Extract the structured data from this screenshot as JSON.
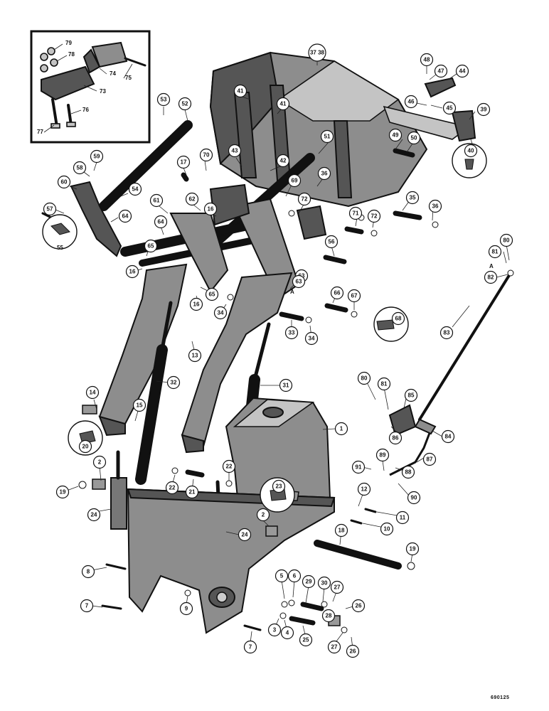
{
  "drawing_code": "690125",
  "callouts": [
    {
      "id": "c-3738",
      "label": "37 38"
    },
    {
      "id": "c-48",
      "label": "48"
    },
    {
      "id": "c-47",
      "label": "47"
    },
    {
      "id": "c-44",
      "label": "44"
    },
    {
      "id": "c-46",
      "label": "46"
    },
    {
      "id": "c-45",
      "label": "45"
    },
    {
      "id": "c-39",
      "label": "39"
    },
    {
      "id": "c-40",
      "label": "40"
    },
    {
      "id": "c-41a",
      "label": "41"
    },
    {
      "id": "c-41b",
      "label": "41"
    },
    {
      "id": "c-43",
      "label": "43"
    },
    {
      "id": "c-42",
      "label": "42"
    },
    {
      "id": "c-51",
      "label": "51"
    },
    {
      "id": "c-49",
      "label": "49"
    },
    {
      "id": "c-50",
      "label": "50"
    },
    {
      "id": "c-53",
      "label": "53"
    },
    {
      "id": "c-52",
      "label": "52"
    },
    {
      "id": "c-17",
      "label": "17"
    },
    {
      "id": "c-70",
      "label": "70"
    },
    {
      "id": "c-59",
      "label": "59"
    },
    {
      "id": "c-58",
      "label": "58"
    },
    {
      "id": "c-60",
      "label": "60"
    },
    {
      "id": "c-54",
      "label": "54"
    },
    {
      "id": "c-57",
      "label": "57"
    },
    {
      "id": "c-64a",
      "label": "64"
    },
    {
      "id": "c-61",
      "label": "61"
    },
    {
      "id": "c-62",
      "label": "62"
    },
    {
      "id": "c-16a",
      "label": "16"
    },
    {
      "id": "c-69",
      "label": "69"
    },
    {
      "id": "c-36a",
      "label": "36"
    },
    {
      "id": "c-35",
      "label": "35"
    },
    {
      "id": "c-36b",
      "label": "36"
    },
    {
      "id": "c-72a",
      "label": "72"
    },
    {
      "id": "c-71",
      "label": "71"
    },
    {
      "id": "c-72b",
      "label": "72"
    },
    {
      "id": "c-64b",
      "label": "64"
    },
    {
      "id": "c-63a",
      "label": "63"
    },
    {
      "id": "c-65a",
      "label": "65"
    },
    {
      "id": "c-56",
      "label": "56"
    },
    {
      "id": "c-16b",
      "label": "16"
    },
    {
      "id": "c-65b",
      "label": "65"
    },
    {
      "id": "c-63b",
      "label": "63"
    },
    {
      "id": "c-16c",
      "label": "16"
    },
    {
      "id": "c-66",
      "label": "66"
    },
    {
      "id": "c-67",
      "label": "67"
    },
    {
      "id": "c-34a",
      "label": "34"
    },
    {
      "id": "c-33",
      "label": "33"
    },
    {
      "id": "c-34b",
      "label": "34"
    },
    {
      "id": "c-68",
      "label": "68"
    },
    {
      "id": "c-80a",
      "label": "80"
    },
    {
      "id": "c-81a",
      "label": "81"
    },
    {
      "id": "c-82",
      "label": "82"
    },
    {
      "id": "c-83",
      "label": "83"
    },
    {
      "id": "c-13",
      "label": "13"
    },
    {
      "id": "c-32",
      "label": "32"
    },
    {
      "id": "c-31",
      "label": "31"
    },
    {
      "id": "c-14",
      "label": "14"
    },
    {
      "id": "c-15",
      "label": "15"
    },
    {
      "id": "c-20",
      "label": "20"
    },
    {
      "id": "c-1",
      "label": "1"
    },
    {
      "id": "c-80b",
      "label": "80"
    },
    {
      "id": "c-81b",
      "label": "81"
    },
    {
      "id": "c-85",
      "label": "85"
    },
    {
      "id": "c-86",
      "label": "86"
    },
    {
      "id": "c-84",
      "label": "84"
    },
    {
      "id": "c-89",
      "label": "89"
    },
    {
      "id": "c-87",
      "label": "87"
    },
    {
      "id": "c-91",
      "label": "91"
    },
    {
      "id": "c-88",
      "label": "88"
    },
    {
      "id": "c-90",
      "label": "90"
    },
    {
      "id": "c-2a",
      "label": "2"
    },
    {
      "id": "c-19a",
      "label": "19"
    },
    {
      "id": "c-22a",
      "label": "22"
    },
    {
      "id": "c-21",
      "label": "21"
    },
    {
      "id": "c-22b",
      "label": "22"
    },
    {
      "id": "c-23",
      "label": "23"
    },
    {
      "id": "c-12",
      "label": "12"
    },
    {
      "id": "c-11",
      "label": "11"
    },
    {
      "id": "c-10",
      "label": "10"
    },
    {
      "id": "c-24a",
      "label": "24"
    },
    {
      "id": "c-24b",
      "label": "24"
    },
    {
      "id": "c-2b",
      "label": "2"
    },
    {
      "id": "c-18",
      "label": "18"
    },
    {
      "id": "c-19b",
      "label": "19"
    },
    {
      "id": "c-8",
      "label": "8"
    },
    {
      "id": "c-5",
      "label": "5"
    },
    {
      "id": "c-6",
      "label": "6"
    },
    {
      "id": "c-29",
      "label": "29"
    },
    {
      "id": "c-30",
      "label": "30"
    },
    {
      "id": "c-27a",
      "label": "27"
    },
    {
      "id": "c-26a",
      "label": "26"
    },
    {
      "id": "c-7a",
      "label": "7"
    },
    {
      "id": "c-9",
      "label": "9"
    },
    {
      "id": "c-3",
      "label": "3"
    },
    {
      "id": "c-4",
      "label": "4"
    },
    {
      "id": "c-28",
      "label": "28"
    },
    {
      "id": "c-25",
      "label": "25"
    },
    {
      "id": "c-27b",
      "label": "27"
    },
    {
      "id": "c-26b",
      "label": "26"
    },
    {
      "id": "c-7b",
      "label": "7"
    }
  ],
  "inset_labels": {
    "n79": "79",
    "n78": "78",
    "n74": "74",
    "n75": "75",
    "n73": "73",
    "n76": "76",
    "n77": "77"
  },
  "detail_labels": {
    "d55": "55",
    "a1": "A",
    "a2": "A"
  }
}
